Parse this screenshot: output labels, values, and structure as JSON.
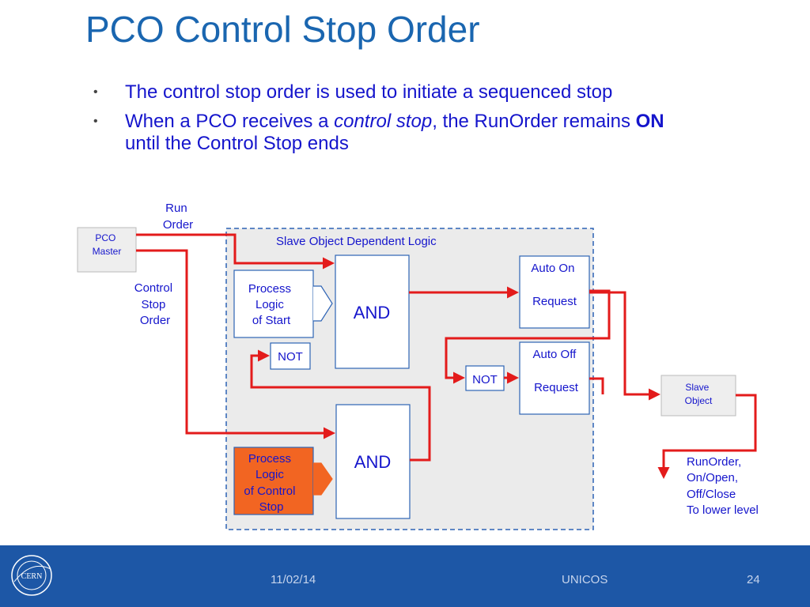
{
  "slide": {
    "title": "PCO Control Stop Order",
    "bullets": [
      {
        "pre": "The control stop order is used to initiate a sequenced stop"
      },
      {
        "pre": "When a PCO receives a ",
        "italic": "control stop",
        "mid": ", the RunOrder remains ",
        "bold": "ON",
        "post": " until the Control Stop ends"
      }
    ]
  },
  "diagram": {
    "pco_master": [
      "PCO",
      "Master"
    ],
    "run_order": [
      "Run",
      "Order"
    ],
    "control_stop_order": [
      "Control",
      "Stop",
      "Order"
    ],
    "slave_logic_title": "Slave Object Dependent Logic",
    "process_logic_start": [
      "Process",
      "Logic",
      "of Start"
    ],
    "and_top": "AND",
    "not_top": "NOT",
    "process_logic_control_stop": [
      "Process",
      "Logic",
      "of Control",
      "Stop"
    ],
    "and_bottom": "AND",
    "auto_on": [
      "Auto On",
      "Request"
    ],
    "auto_off": [
      "Auto Off",
      "Request"
    ],
    "not_right": "NOT",
    "slave_object": [
      "Slave",
      "Object"
    ],
    "output_label": [
      "RunOrder,",
      "On/Open,",
      "Off/Close",
      "To lower level"
    ],
    "colors": {
      "wire": "#e31b1b",
      "text": "#1515cc",
      "box_border": "#2d63b5",
      "highlight": "#f26522",
      "panel": "#ebebeb"
    }
  },
  "footer": {
    "date": "11/02/14",
    "center": "UNICOS",
    "page": "24",
    "logo_text": "CERN"
  }
}
